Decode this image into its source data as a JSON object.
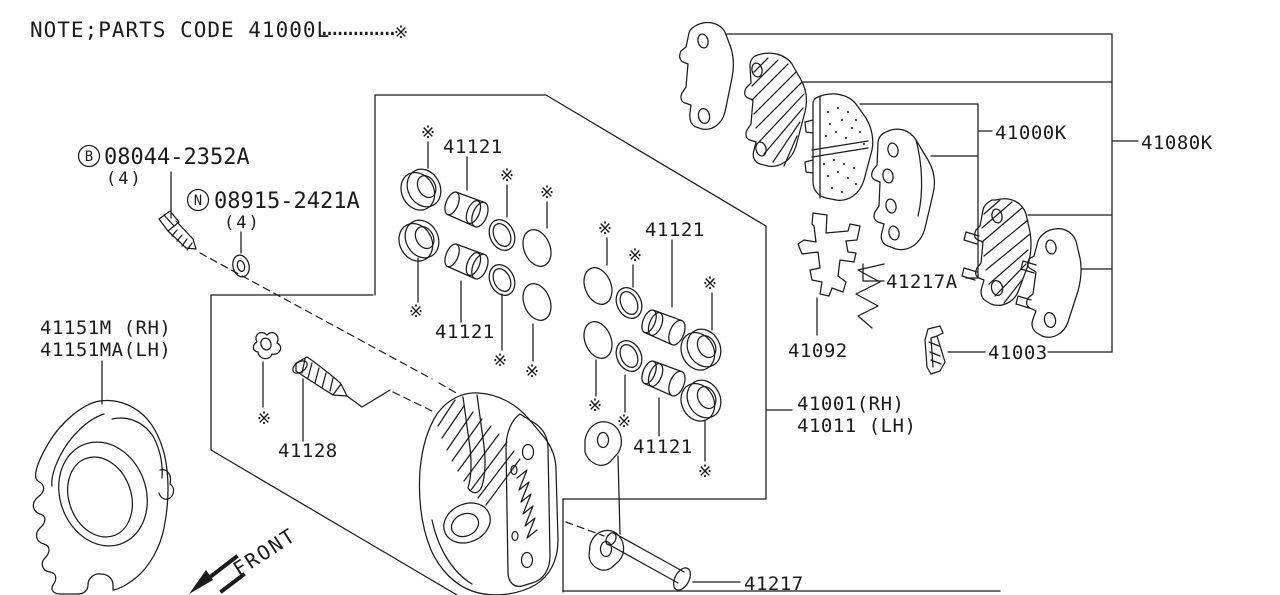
{
  "note": {
    "label": "NOTE;PARTS CODE 41000L",
    "dots": "..............",
    "ref": "※"
  },
  "symbols": {
    "ref": "※"
  },
  "fasteners": {
    "bolt": {
      "letter": "B",
      "code": "08044-2352A",
      "qty": "(4)"
    },
    "washer": {
      "letter": "N",
      "code": "08915-2421A",
      "qty": "(4)"
    }
  },
  "parts": {
    "baffle_rh": "41151M (RH)",
    "baffle_lh": "41151MA(LH)",
    "seal_kit": "41121",
    "bleeder_screw": "41128",
    "pad_spring": "41092",
    "pad_clip": "41217A",
    "pad_kit": "41000K",
    "hardware_kit": "41080K",
    "shim": "41003",
    "caliper_rh": "41001(RH)",
    "caliper_lh": "41011 (LH)",
    "lock_pin": "41217"
  },
  "front": "FRONT"
}
